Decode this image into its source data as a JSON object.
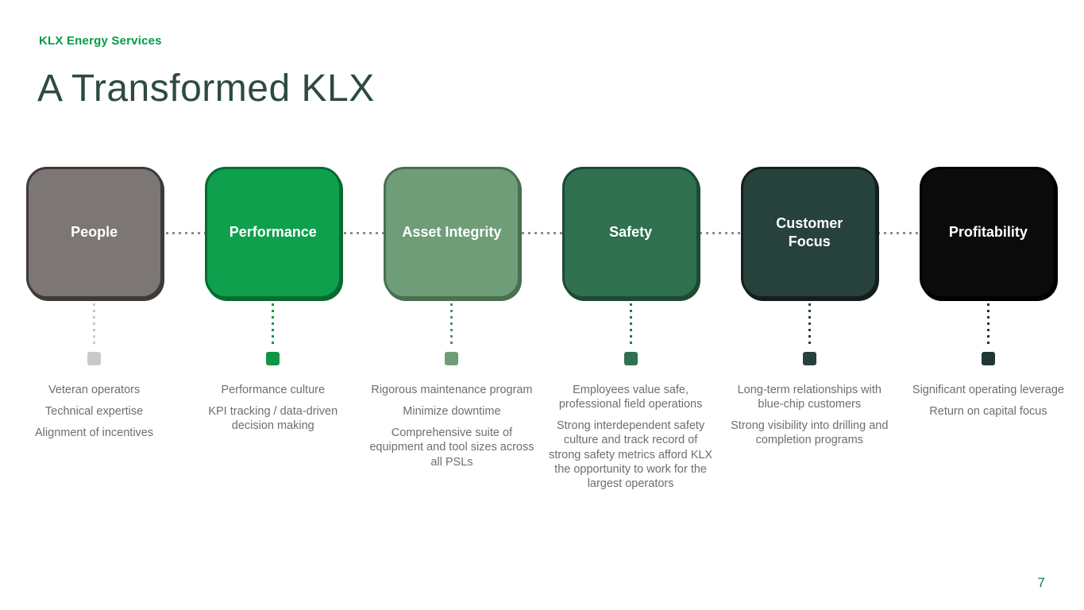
{
  "slide": {
    "brand": "KLX Energy Services",
    "title": "A Transformed KLX",
    "page_number": "7",
    "brand_color": "#009b48",
    "title_color": "#2d4a44",
    "connector_color": "#8c8c8c",
    "body_text_color": "#6e6e6e",
    "page_number_color": "#157a45"
  },
  "columns": [
    {
      "label": "People",
      "box_color": "#7c7775",
      "border_color": "#3e3a38",
      "line_color": "#c9c9c7",
      "square_color": "#c9c9c7",
      "bullets": [
        "Veteran operators",
        "Technical expertise",
        "Alignment of incentives"
      ]
    },
    {
      "label": "Performance",
      "box_color": "#0ea04d",
      "border_color": "#076b31",
      "line_color": "#0e9647",
      "square_color": "#0e9647",
      "bullets": [
        "Performance culture",
        "KPI tracking / data-driven decision making"
      ]
    },
    {
      "label": "Asset Integrity",
      "box_color": "#6f9d78",
      "border_color": "#497050",
      "line_color": "#5c8a65",
      "square_color": "#6f9d78",
      "bullets": [
        "Rigorous maintenance program",
        "Minimize downtime",
        "Comprehensive suite of equipment and tool sizes across all PSLs"
      ]
    },
    {
      "label": "Safety",
      "box_color": "#2e7050",
      "border_color": "#1c4b33",
      "line_color": "#2e7050",
      "square_color": "#2e7050",
      "bullets": [
        "Employees value safe, professional field operations",
        "Strong interdependent safety culture and track record of strong safety metrics afford KLX the opportunity to work for the largest operators"
      ]
    },
    {
      "label": "Customer Focus",
      "box_color": "#27413d",
      "border_color": "#141f1c",
      "line_color": "#27413d",
      "square_color": "#27413d",
      "bullets": [
        "Long-term relationships with blue-chip customers",
        "Strong visibility into drilling and completion programs"
      ]
    },
    {
      "label": "Profitability",
      "box_color": "#0b0b0b",
      "border_color": "#000000",
      "line_color": "#203733",
      "square_color": "#203733",
      "bullets": [
        "Significant operating leverage",
        "Return on capital focus"
      ]
    }
  ]
}
